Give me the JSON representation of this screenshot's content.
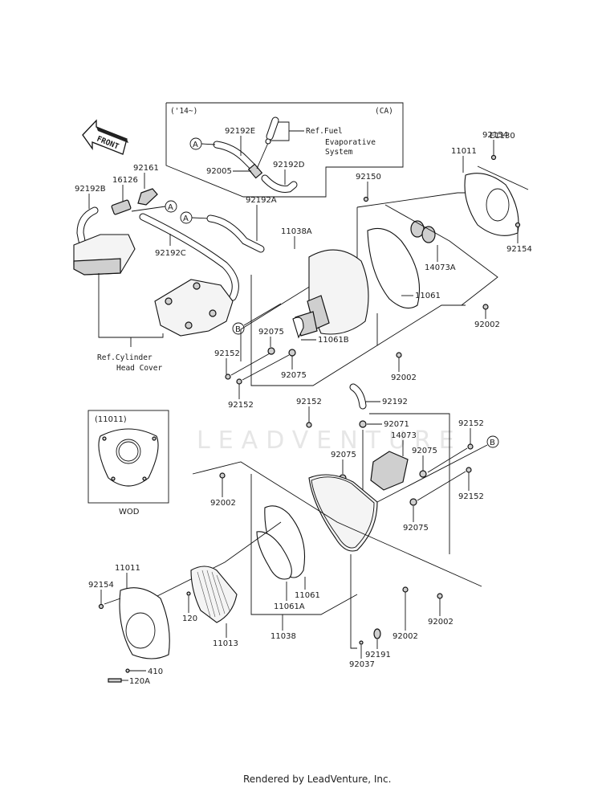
{
  "diagram": {
    "code": "E1130",
    "watermark": "LEADVENTURE",
    "footer": "Rendered by LeadVenture, Inc.",
    "front_arrow": "FRONT",
    "inset_ca": {
      "year": "('14~)",
      "region": "(CA)",
      "ref_lines": [
        "Ref.Fuel",
        "Evaporative",
        "System"
      ]
    },
    "inset_wod": {
      "part": "(11011)",
      "caption": "WOD"
    },
    "ref_cylinder": [
      "Ref.Cylinder",
      "Head Cover"
    ],
    "callouts": {
      "a1": "A",
      "a2": "A",
      "a3": "A",
      "b1": "B",
      "b2": "B"
    },
    "labels": {
      "p92192E": "92192E",
      "p92005": "92005",
      "p92192D": "92192D",
      "p92150": "92150",
      "p92161": "92161",
      "p16126": "16126",
      "p92192B": "92192B",
      "p92192C": "92192C",
      "p92192A": "92192A",
      "p11038A": "11038A",
      "p11011_top": "11011",
      "p92154_top1": "92154",
      "p92154_top2": "92154",
      "p14073A": "14073A",
      "p11061_top": "11061",
      "p92002_a": "92002",
      "p92002_b": "92002",
      "p11061B": "11061B",
      "p92075_a": "92075",
      "p92075_b": "92075",
      "p92152_a": "92152",
      "p92152_b": "92152",
      "p92152_c": "92152",
      "p92192": "92192",
      "p92071": "92071",
      "p14073": "14073",
      "p92075_c": "92075",
      "p92075_d": "92075",
      "p92075_e": "92075",
      "p92152_d": "92152",
      "p92152_e": "92152",
      "p92002_c": "92002",
      "p11061_bot": "11061",
      "p11061A": "11061A",
      "p11038": "11038",
      "p11011_bot": "11011",
      "p92154_bot": "92154",
      "p120": "120",
      "p11013": "11013",
      "p410": "410",
      "p120A": "120A",
      "p92002_d": "92002",
      "p92002_e": "92002",
      "p92191": "92191",
      "p92037": "92037"
    }
  }
}
